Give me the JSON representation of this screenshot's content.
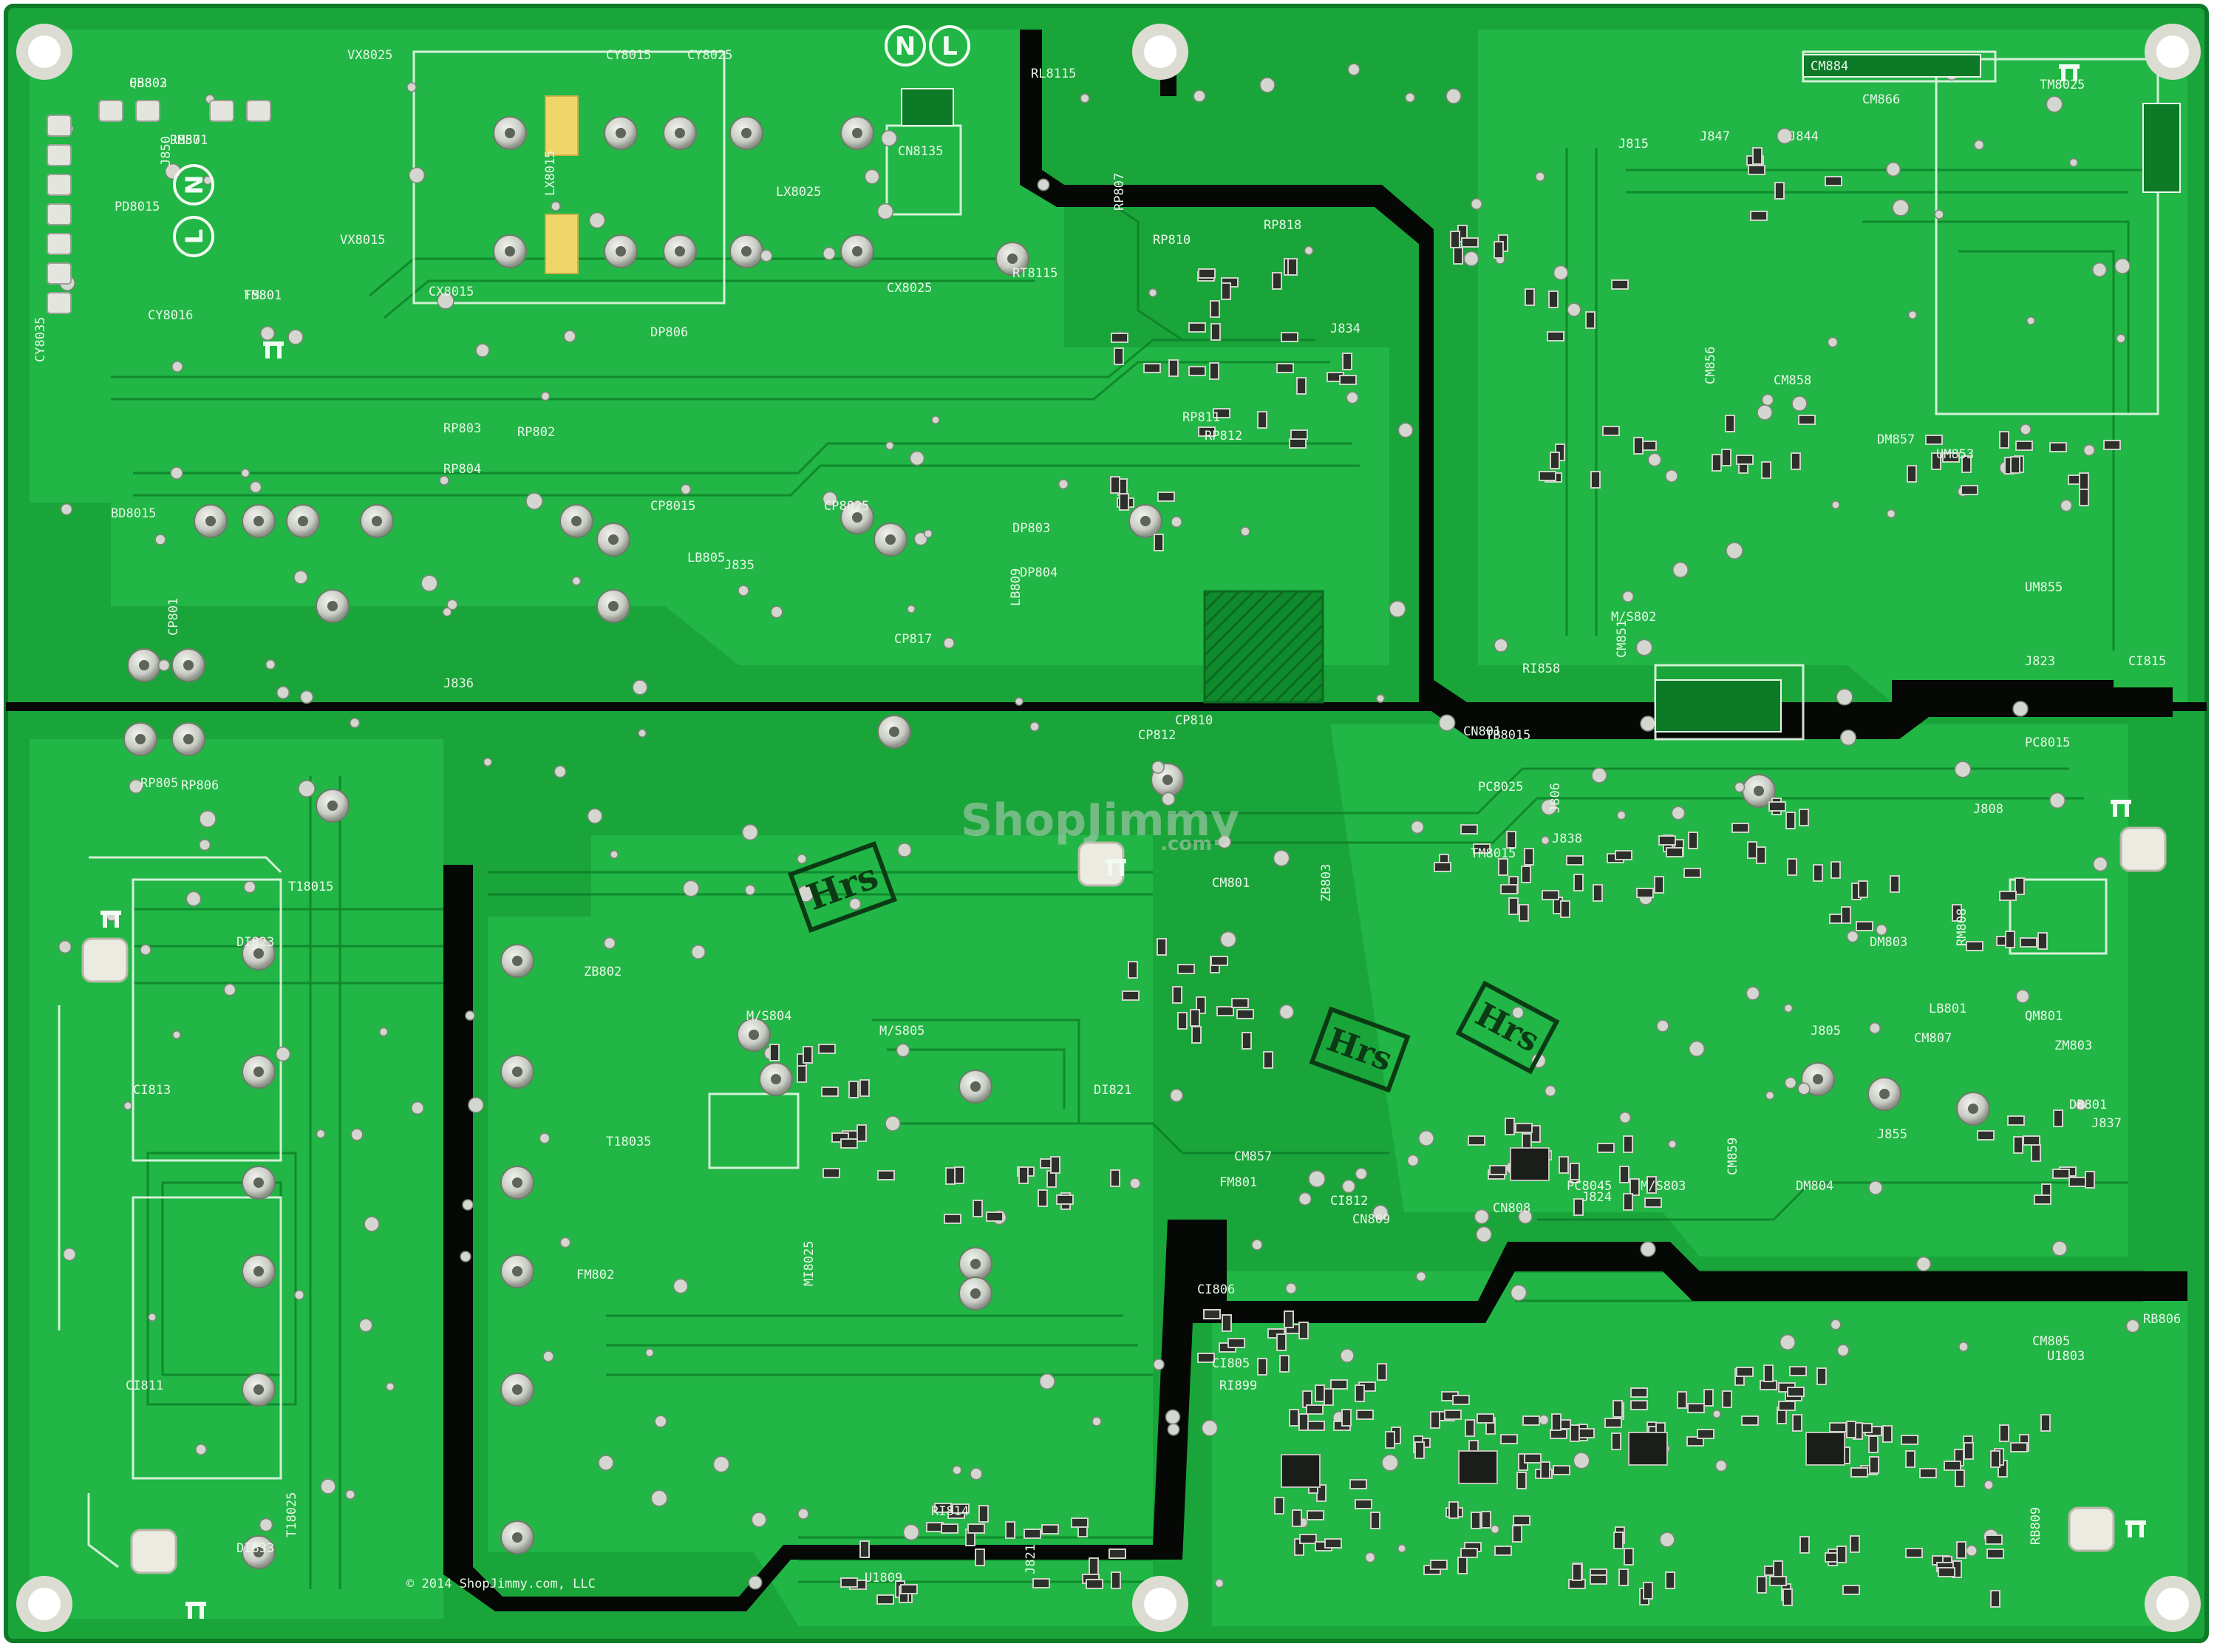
{
  "colors": {
    "background": "#ffffff",
    "board": "#1aa53a",
    "board_dark": "#0f8a2c",
    "trace": "#1fb844",
    "trace_edge": "#0a7a25",
    "slot": "#050805",
    "pad": "#d9dcd6",
    "silkscreen": "#e8f7e8",
    "stamp": "#0b3a14"
  },
  "icons": [
    "mounting-hole-icon",
    "ground-symbol-icon",
    "neutral-symbol-icon",
    "live-symbol-icon",
    "hatched-keepout-icon"
  ],
  "watermark": {
    "brand": "ShopJimmy",
    "sub": ".com"
  },
  "stamps": [
    "Hrs",
    "Hrs",
    "Hrs"
  ],
  "ac_symbols": [
    "N",
    "L",
    "N",
    "L"
  ],
  "copyright": "© 2014 ShopJimmy.com, LLC",
  "labels": [
    "F5802",
    "F5801",
    "J857",
    "J850",
    "PD8015",
    "VX8025",
    "VX8015",
    "CY8025",
    "CY8015",
    "CY8016",
    "LX8015",
    "LX8025",
    "CX8015",
    "CX8025",
    "CN8135",
    "RL8115",
    "RT8115",
    "CY8035",
    "BD8015",
    "RP802",
    "RP803",
    "RP804",
    "RP805",
    "RP806",
    "RP807",
    "RP810",
    "RP811",
    "RP812",
    "RP818",
    "CP8015",
    "CP8025",
    "CP801",
    "CP810",
    "CP812",
    "CP817",
    "DP803",
    "DP806",
    "DP804",
    "LB809",
    "LB805",
    "J835",
    "J836",
    "J834",
    "TM8025",
    "CM884",
    "CM851",
    "CN801",
    "TB8015",
    "PC8015",
    "PC8025",
    "TM8015",
    "J838",
    "ZB803",
    "ZB802",
    "FM802",
    "M/S802",
    "M/S803",
    "M/S804",
    "M/S805",
    "MI8025",
    "DI821",
    "DI823",
    "DI833",
    "FM801",
    "T18015",
    "T18035",
    "T18025",
    "CI813",
    "CI811",
    "CI812",
    "CN809",
    "CN808",
    "CM857",
    "CM859",
    "DM804",
    "PC8045",
    "J824",
    "J837",
    "J855",
    "LB801",
    "RM808",
    "QM801",
    "ZM803",
    "DM803",
    "CM807",
    "CM805",
    "RB806",
    "RB809",
    "U1803",
    "U1809",
    "CI806",
    "CI805",
    "RI899",
    "RI814",
    "J821",
    "J823",
    "CI815",
    "RI858",
    "DM857",
    "UM853",
    "UM855",
    "CM856",
    "CM858",
    "CM866",
    "J844",
    "J847",
    "J815",
    "J808",
    "J806",
    "J805",
    "CM801",
    "DB801",
    "QB803",
    "TM801",
    "RM801"
  ]
}
